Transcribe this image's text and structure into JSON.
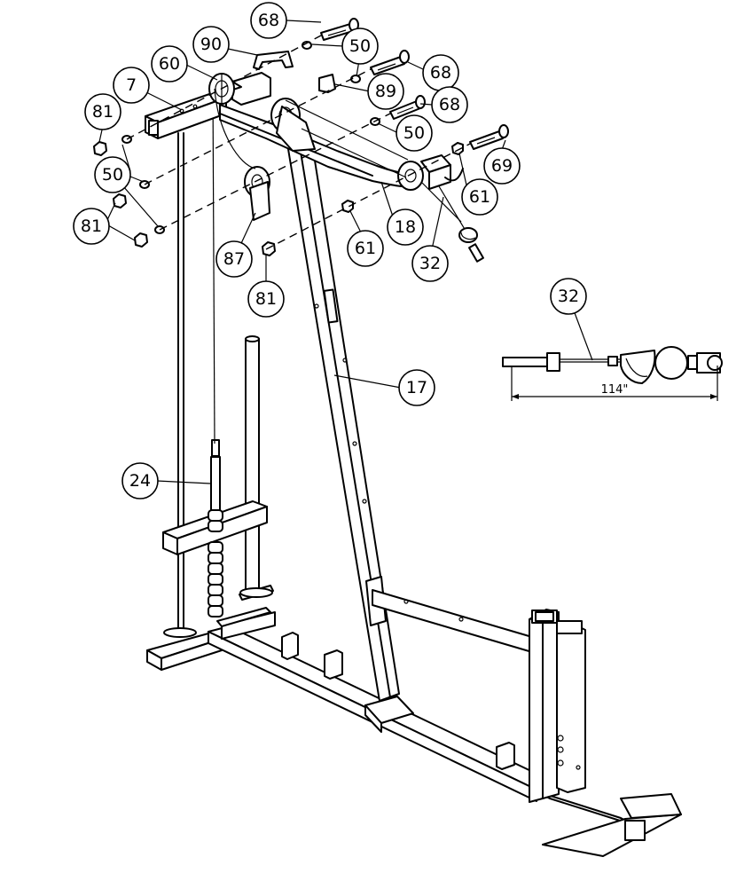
{
  "callouts": [
    {
      "id": "68a",
      "label": "68"
    },
    {
      "id": "90",
      "label": "90"
    },
    {
      "id": "50a",
      "label": "50"
    },
    {
      "id": "60",
      "label": "60"
    },
    {
      "id": "68b",
      "label": "68"
    },
    {
      "id": "7",
      "label": "7"
    },
    {
      "id": "89",
      "label": "89"
    },
    {
      "id": "68c",
      "label": "68"
    },
    {
      "id": "81a",
      "label": "81"
    },
    {
      "id": "50b",
      "label": "50"
    },
    {
      "id": "69",
      "label": "69"
    },
    {
      "id": "50c",
      "label": "50"
    },
    {
      "id": "61a",
      "label": "61"
    },
    {
      "id": "18",
      "label": "18"
    },
    {
      "id": "81b",
      "label": "81"
    },
    {
      "id": "61b",
      "label": "61"
    },
    {
      "id": "87",
      "label": "87"
    },
    {
      "id": "32a",
      "label": "32"
    },
    {
      "id": "81c",
      "label": "81"
    },
    {
      "id": "32b",
      "label": "32"
    },
    {
      "id": "17",
      "label": "17"
    },
    {
      "id": "24",
      "label": "24"
    }
  ],
  "cable_detail": {
    "length_label": "114\""
  }
}
